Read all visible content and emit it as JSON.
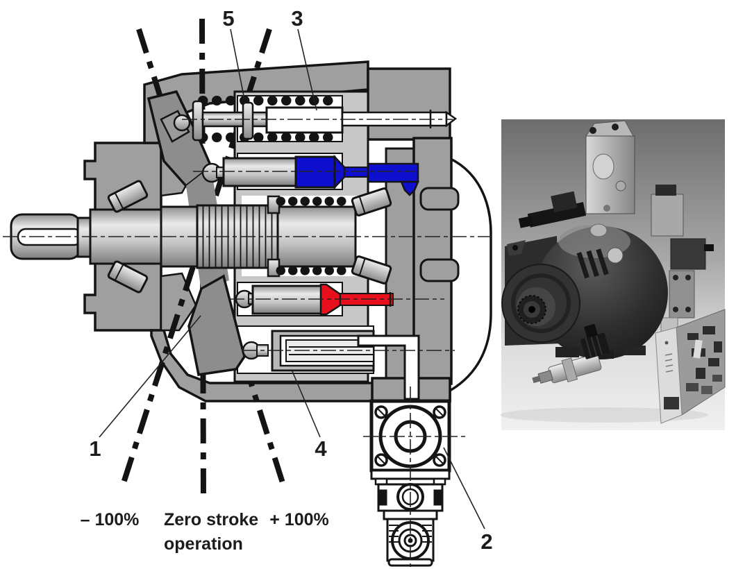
{
  "part_labels": {
    "p1": "1",
    "p2": "2",
    "p3": "3",
    "p4": "4",
    "p5": "5"
  },
  "annotations": {
    "minus_100": "– 100%",
    "zero_stroke_1": "Zero stroke",
    "zero_stroke_2": "operation",
    "plus_100": "+ 100%"
  },
  "colors": {
    "pressure_red": "#e8101c",
    "pressure_blue": "#0f0fd0",
    "housing_gray": "#9f9f9f",
    "block_gray": "#c8c8c8",
    "swashplate_gray": "#8d8d8d",
    "outline_black": "#141414"
  }
}
